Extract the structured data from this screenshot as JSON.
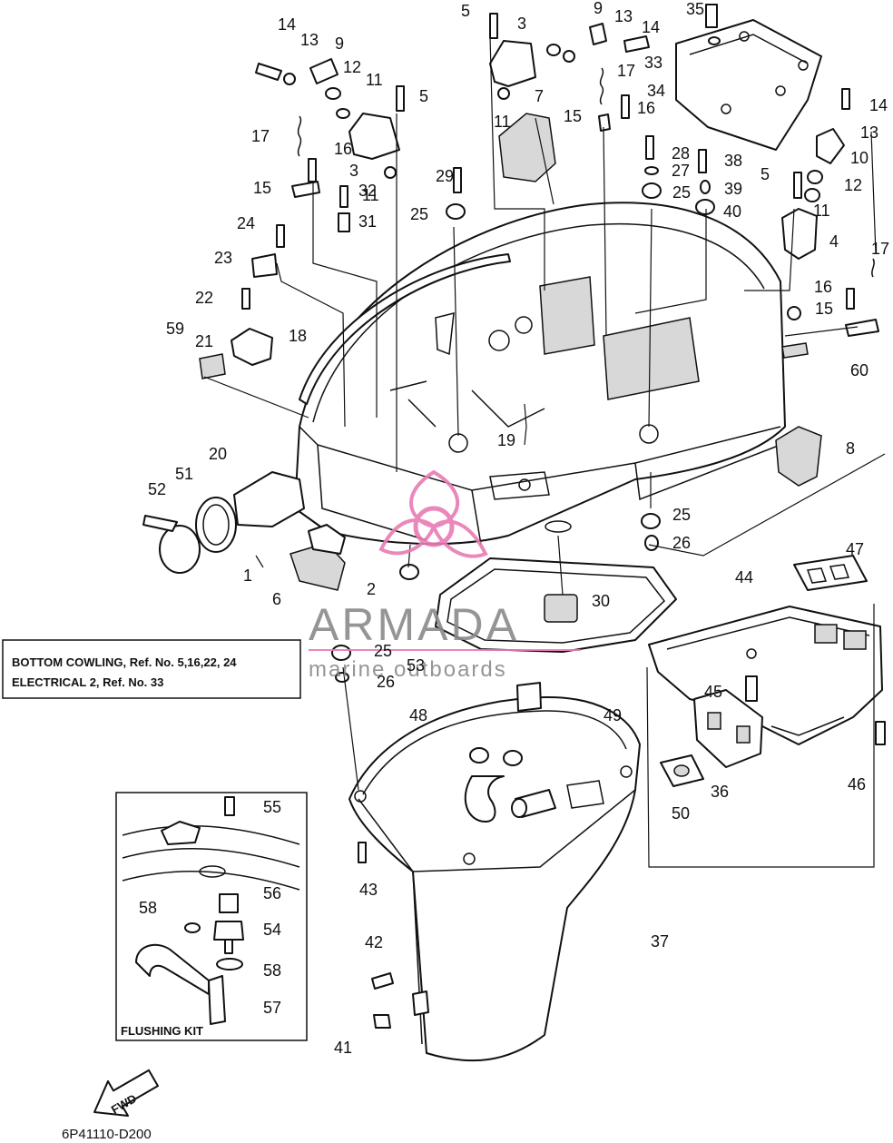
{
  "diagram": {
    "doc_code": "6P41110-D200",
    "fwd_label": "FWD",
    "note_box": {
      "line1": "BOTTOM COWLING, Ref. No. 5,16,22, 24",
      "line2": "ELECTRICAL 2, Ref. No. 33"
    },
    "flushing_kit_label": "FLUSHING KIT",
    "watermark": {
      "brand": "ARMADA",
      "tagline": "marine outboards",
      "logo_color": "#e87cb4",
      "text_color": "#8a8a8a"
    },
    "callouts": [
      "1",
      "2",
      "3",
      "3",
      "4",
      "5",
      "5",
      "5",
      "6",
      "7",
      "8",
      "9",
      "9",
      "10",
      "11",
      "11",
      "11",
      "11",
      "12",
      "12",
      "13",
      "13",
      "13",
      "14",
      "14",
      "14",
      "15",
      "15",
      "15",
      "16",
      "16",
      "16",
      "17",
      "17",
      "17",
      "18",
      "19",
      "20",
      "21",
      "22",
      "23",
      "24",
      "25",
      "25",
      "25",
      "25",
      "26",
      "26",
      "27",
      "28",
      "29",
      "30",
      "31",
      "32",
      "33",
      "34",
      "35",
      "36",
      "37",
      "38",
      "39",
      "40",
      "41",
      "42",
      "43",
      "44",
      "45",
      "46",
      "47",
      "48",
      "49",
      "50",
      "51",
      "52",
      "53",
      "54",
      "55",
      "56",
      "57",
      "58",
      "58",
      "59",
      "60"
    ]
  }
}
